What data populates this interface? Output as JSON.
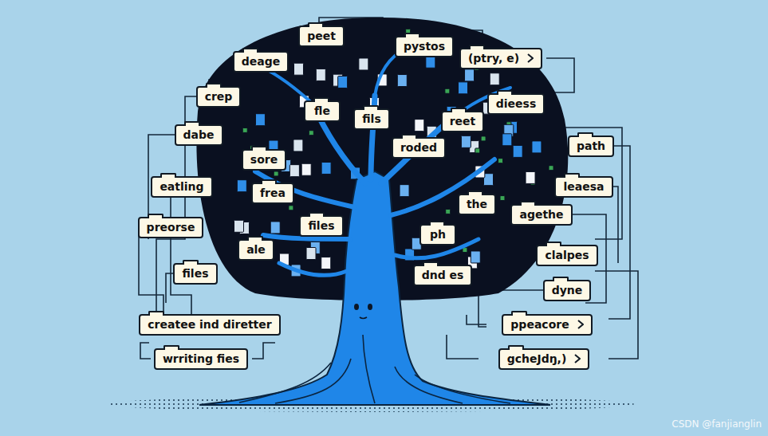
{
  "diagram": {
    "nodes": [
      {
        "text": [
          "peet"
        ]
      },
      {
        "text": [
          "pystos"
        ]
      },
      {
        "text": [
          "(ptry, e)"
        ]
      },
      {
        "text": [
          "deage"
        ]
      },
      {
        "text": [
          "crep"
        ]
      },
      {
        "text": [
          "dieess"
        ]
      },
      {
        "text": [
          "fle"
        ]
      },
      {
        "text": [
          "fils"
        ]
      },
      {
        "text": [
          "reet"
        ]
      },
      {
        "text": [
          "dabe"
        ]
      },
      {
        "text": [
          "path"
        ]
      },
      {
        "text": [
          "roded"
        ]
      },
      {
        "text": [
          "sore"
        ]
      },
      {
        "text": [
          "eatling"
        ]
      },
      {
        "text": [
          "leaesa"
        ]
      },
      {
        "text": [
          "frea"
        ]
      },
      {
        "text": [
          "the"
        ]
      },
      {
        "text": [
          "agethe"
        ]
      },
      {
        "text": [
          "files"
        ]
      },
      {
        "text": [
          "preorse"
        ]
      },
      {
        "text": [
          "ph"
        ]
      },
      {
        "text": [
          "ale"
        ]
      },
      {
        "text": [
          "clalpes"
        ]
      },
      {
        "text": [
          "files"
        ]
      },
      {
        "text": [
          "dnd es"
        ]
      },
      {
        "text": [
          "dyne"
        ]
      },
      {
        "text": [
          "createe ind diretter"
        ]
      },
      {
        "text": [
          "ppeacore"
        ]
      },
      {
        "text": [
          "wrriting fies"
        ]
      },
      {
        "text": [
          "gcheJdŋ,)"
        ]
      }
    ],
    "labels": [
      "CSDN @fanjianglin"
    ]
  }
}
